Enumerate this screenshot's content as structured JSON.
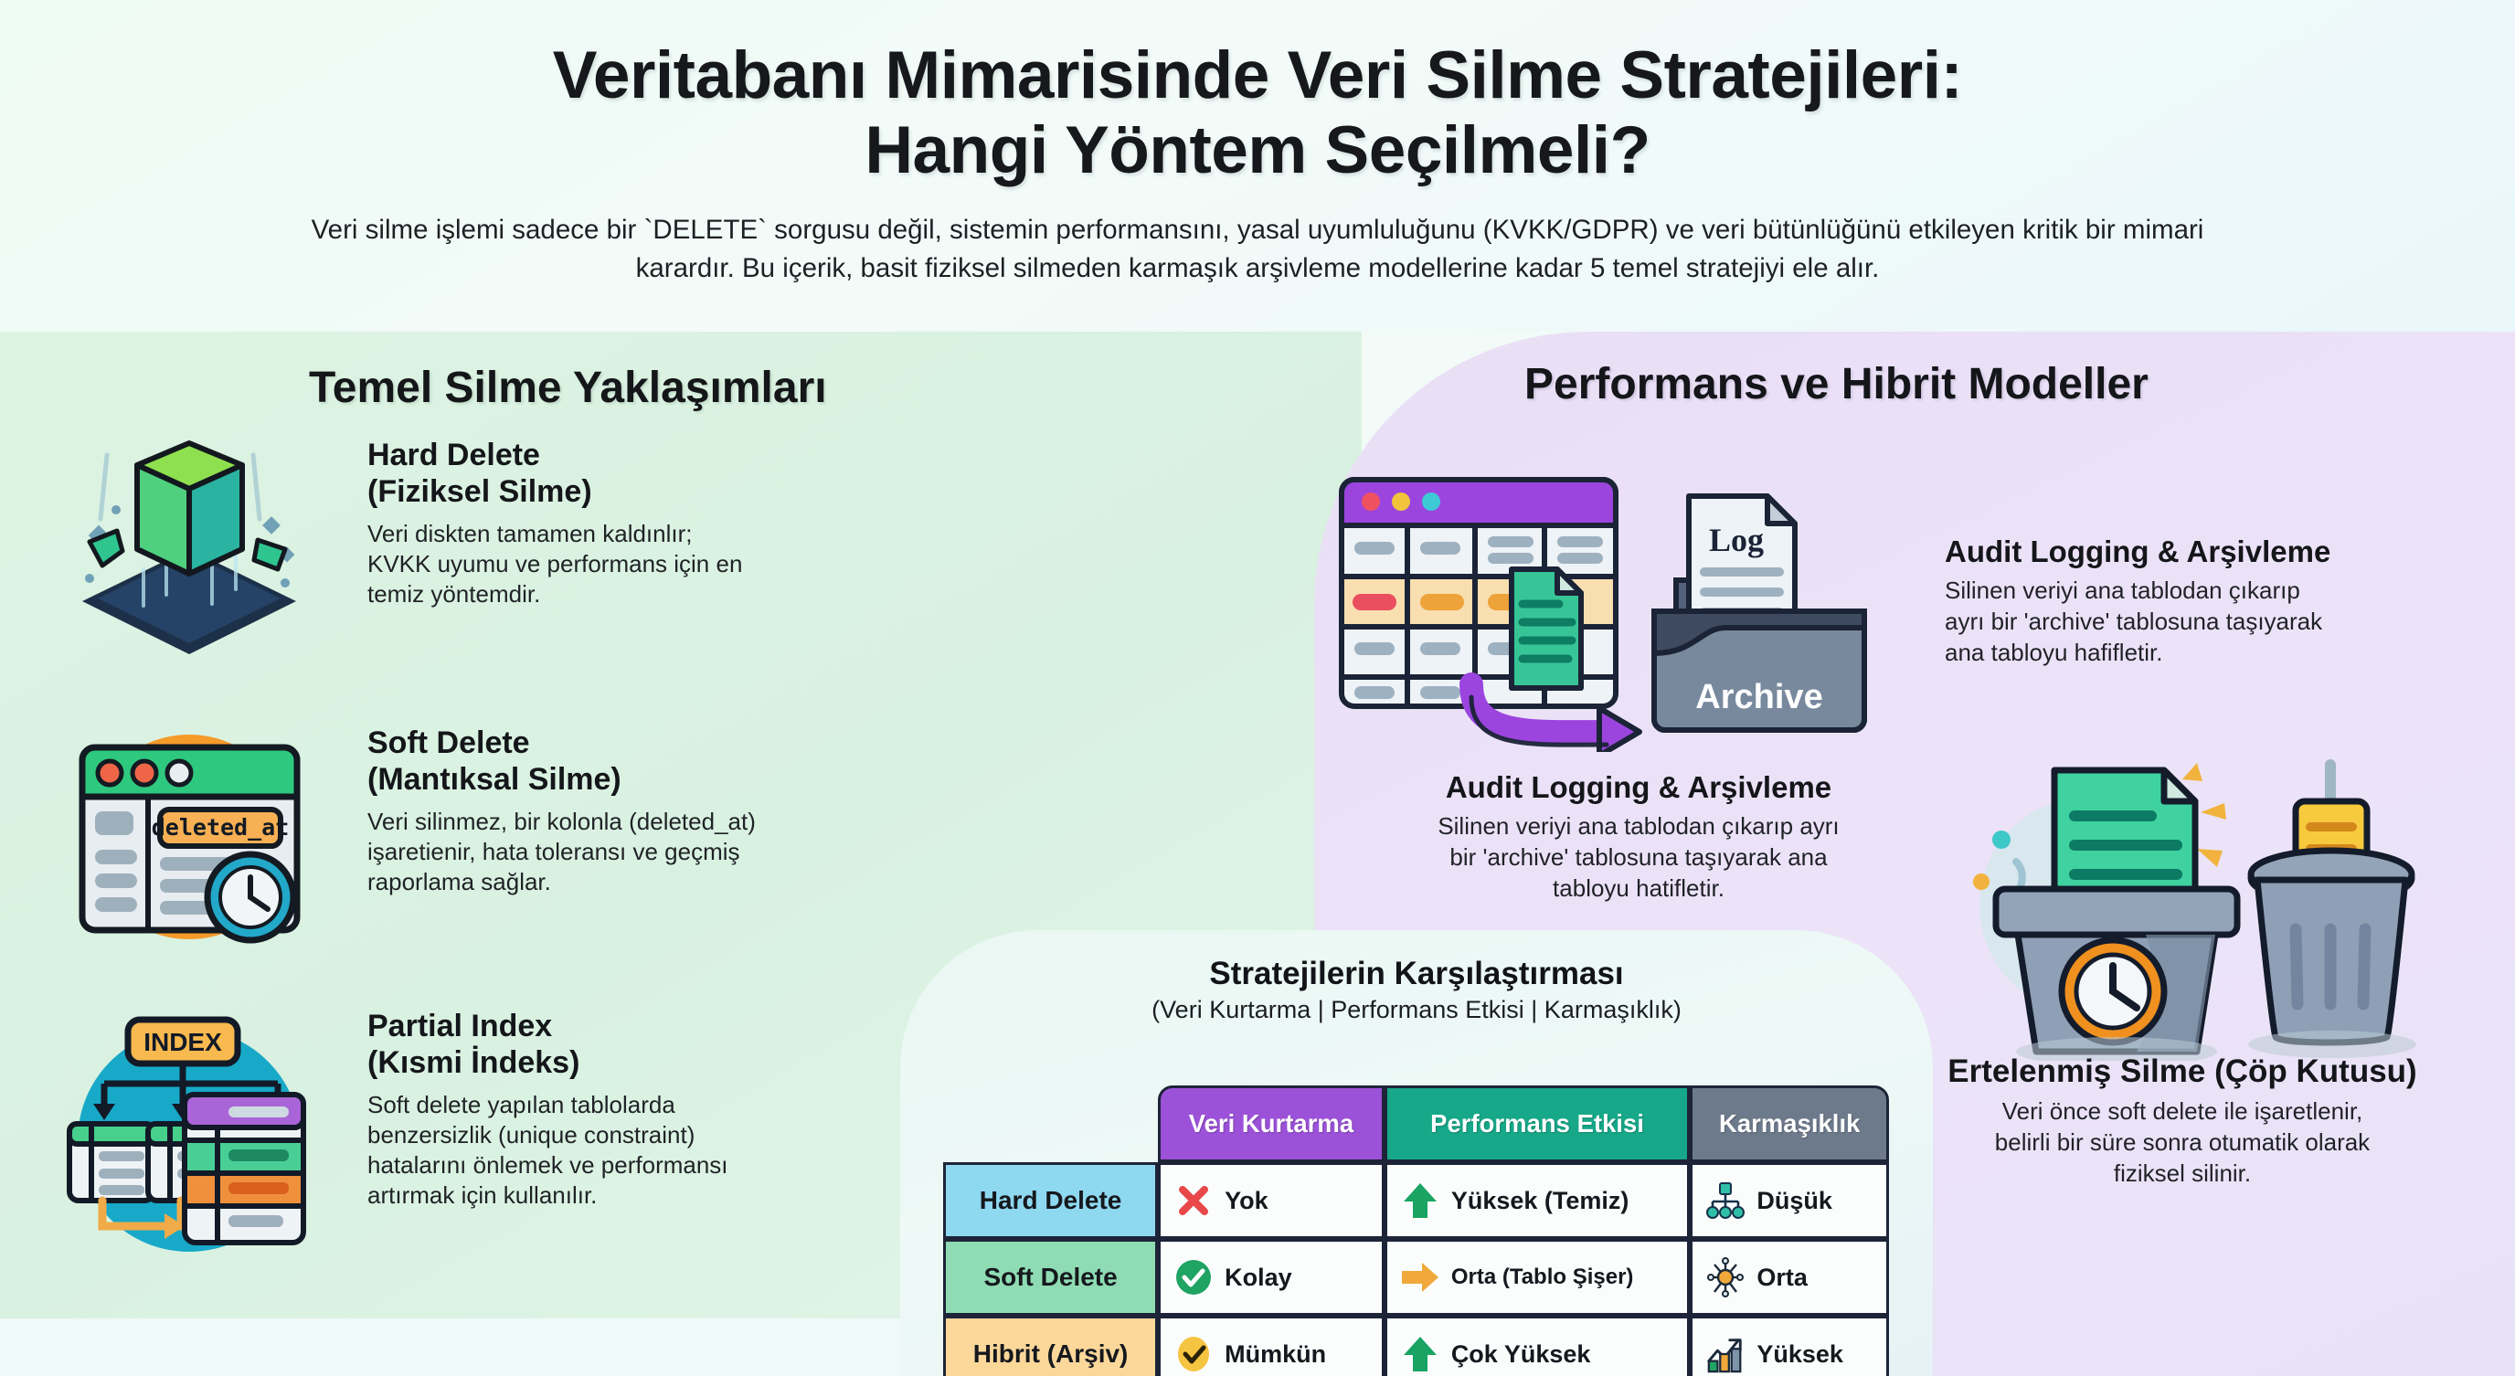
{
  "header": {
    "title_line1": "Veritabanı Mimarisinde Veri Silme Stratejileri:",
    "title_line2": "Hangi Yöntem Seçilmeli?",
    "subtitle_line1": "Veri silme işlemi sadece bir `DELETE` sorgusu değil, sistemin performansını, yasal uyumluluğunu (KVKK/GDPR) ve veri bütünlüğünü etkileyen",
    "subtitle_line2": "kritik bir mimari karardır. Bu içerik, basit fiziksel silmeden karmaşık arşivleme modellerine kadar 5 temel stratejiyi ele alır."
  },
  "left_panel": {
    "heading": "Temel Silme Yaklaşımları",
    "items": [
      {
        "title_line1": "Hard Delete",
        "title_line2": "(Fiziksel Silme)",
        "desc": "Veri diskten tamamen kaldınlır; KVKK uyumu ve performans için en temiz yöntemdir.",
        "icon": "cube-dissolve-icon"
      },
      {
        "title_line1": "Soft Delete",
        "title_line2": "(Mantıksal Silme)",
        "desc": "Veri silinmez, bir kolonla (deleted_at) işaretienir, hata toleransı ve geçmiş raporlama sağlar.",
        "icon": "window-deleted-at-clock-icon",
        "badge_label": "deleted_at"
      },
      {
        "title_line1": "Partial Index",
        "title_line2": "(Kısmi İndeks)",
        "desc": "Soft delete yapılan tablolarda benzersizlik (unique constraint) hatalarını önlemek ve performansı artırmak için kullanılır.",
        "icon": "index-tree-icon",
        "badge_label": "INDEX"
      }
    ]
  },
  "right_panel": {
    "heading": "Performans ve Hibrit Modeller",
    "illustration_labels": {
      "log_doc": "Log",
      "archive_folder": "Archive"
    },
    "side_block": {
      "title": "Audit Logging & Arşivleme",
      "desc_line1": "Silinen veriyi ana tablodan çıkarıp",
      "desc_line2": "ayrı bir 'archive' tablosuna taşıyarak",
      "desc_line3": "ana tabloyu hafifletir."
    },
    "center_block": {
      "title": "Audit Logging & Arşivleme",
      "desc_line1": "Silinen veriyi ana tablodan çıkarıp ayrı",
      "desc_line2": "bir 'archive' tablosuna taşıyarak ana",
      "desc_line3": "tabloyu hatifletir."
    },
    "bottom_block": {
      "title": "Ertelenmiş Silme (Çöp Kutusu)",
      "desc_line1": "Veri önce soft delete ile işaretlenir,",
      "desc_line2": "belirli bir süre sonra otumatik olarak",
      "desc_line3": "fiziksel silinir."
    }
  },
  "chart_data": {
    "type": "table",
    "title": "Stratejilerin Karşılaştırması",
    "subtitle": "(Veri Kurtarma | Performans Etkisi | Karmaşıklık)",
    "columns": [
      "",
      "Veri Kurtarma",
      "Performans Etkisi",
      "Karmaşıklık"
    ],
    "column_colors": [
      "",
      "#9b51d8",
      "#16a888",
      "#6d7a8c"
    ],
    "rows": [
      {
        "label": "Hard Delete",
        "label_color": "#8ed8f0",
        "cells": [
          {
            "icon": "red-x-icon",
            "text": "Yok"
          },
          {
            "icon": "green-up-arrow-icon",
            "text": "Yüksek (Temiz)"
          },
          {
            "icon": "hierarchy-icon",
            "text": "Düşük"
          }
        ]
      },
      {
        "label": "Soft Delete",
        "label_color": "#8fdcb4",
        "cells": [
          {
            "icon": "green-check-circle-icon",
            "text": "Kolay"
          },
          {
            "icon": "orange-right-arrow-icon",
            "text": "Orta (Tablo Şişer)"
          },
          {
            "icon": "network-node-icon",
            "text": "Orta"
          }
        ]
      },
      {
        "label": "Hibrit (Arşiv)",
        "label_color": "#fbd79a",
        "cells": [
          {
            "icon": "yellow-check-circle-icon",
            "text": "Mümkün"
          },
          {
            "icon": "green-up-arrow-icon",
            "text": "Çok Yüksek"
          },
          {
            "icon": "growth-chart-icon",
            "text": "Yüksek"
          }
        ]
      }
    ]
  },
  "colors": {
    "left_panel_bg": "#ddf3e2",
    "right_panel_bg": "#eadff6",
    "accent_purple": "#9b51d8",
    "accent_teal": "#16a888",
    "accent_slate": "#6d7a8c",
    "red": "#e8484a",
    "green": "#1fa463",
    "orange": "#f0a93a",
    "yellow": "#f5c440"
  }
}
